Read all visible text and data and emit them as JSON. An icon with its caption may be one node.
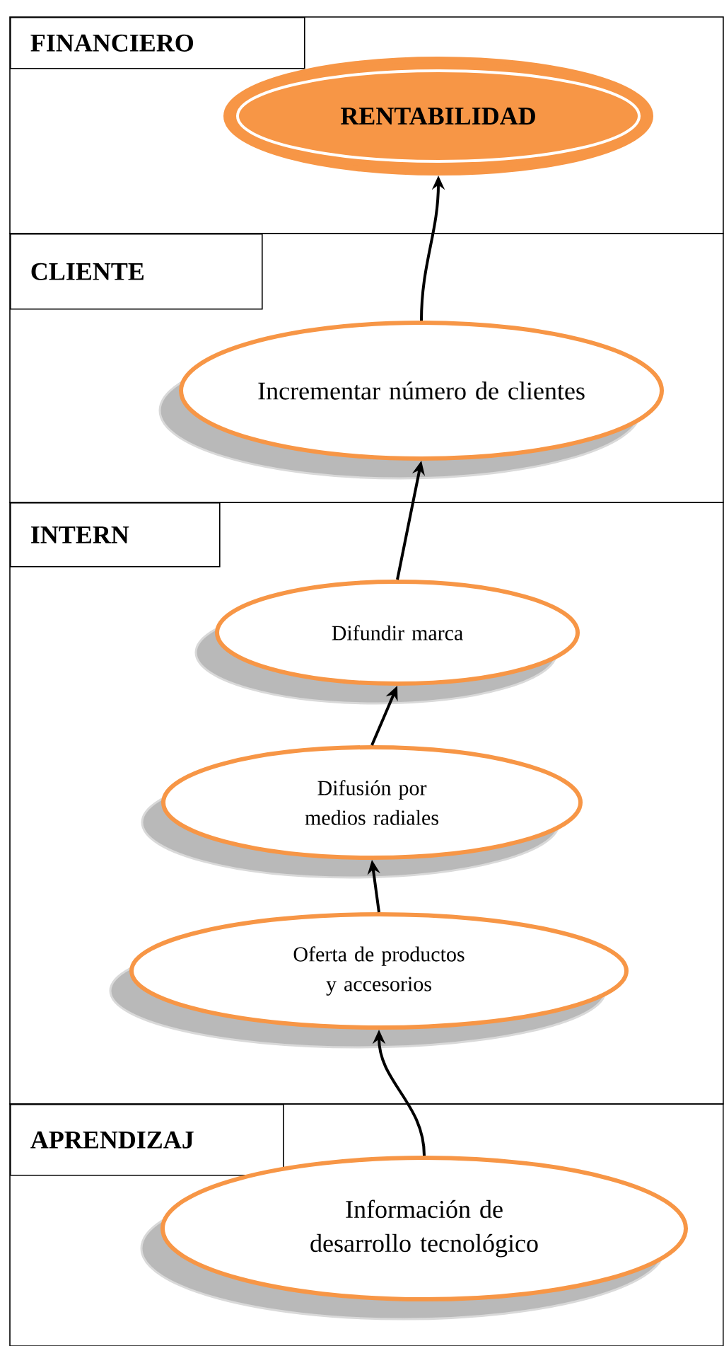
{
  "diagram": {
    "nodes": [
      {
        "text": [
          "FINANCIERO"
        ]
      },
      {
        "text": [
          "RENTABILIDAD"
        ],
        "in": 0
      },
      {
        "text": [
          "CLIENTE"
        ]
      },
      {
        "text": [
          "Incrementar número de clientes"
        ],
        "in": 2
      },
      {
        "text": [
          "INTERN"
        ]
      },
      {
        "text": [
          "Difundir marca"
        ],
        "in": 4
      },
      {
        "text": [
          "Difusión por medios radiales"
        ],
        "in": 4
      },
      {
        "text": [
          "Oferta de productos y accesorios"
        ],
        "in": 4
      },
      {
        "text": [
          "APRENDIZAJ"
        ]
      },
      {
        "text": [
          "Información de desarrollo tecnológico"
        ],
        "in": 8
      }
    ],
    "edges": [
      {
        "from": 9,
        "to": 7,
        "arrow": "to"
      },
      {
        "from": 7,
        "to": 6,
        "arrow": "to"
      },
      {
        "from": 6,
        "to": 5,
        "arrow": "to"
      },
      {
        "from": 5,
        "to": 3,
        "arrow": "to"
      },
      {
        "from": 3,
        "to": 1,
        "arrow": "to"
      }
    ]
  }
}
